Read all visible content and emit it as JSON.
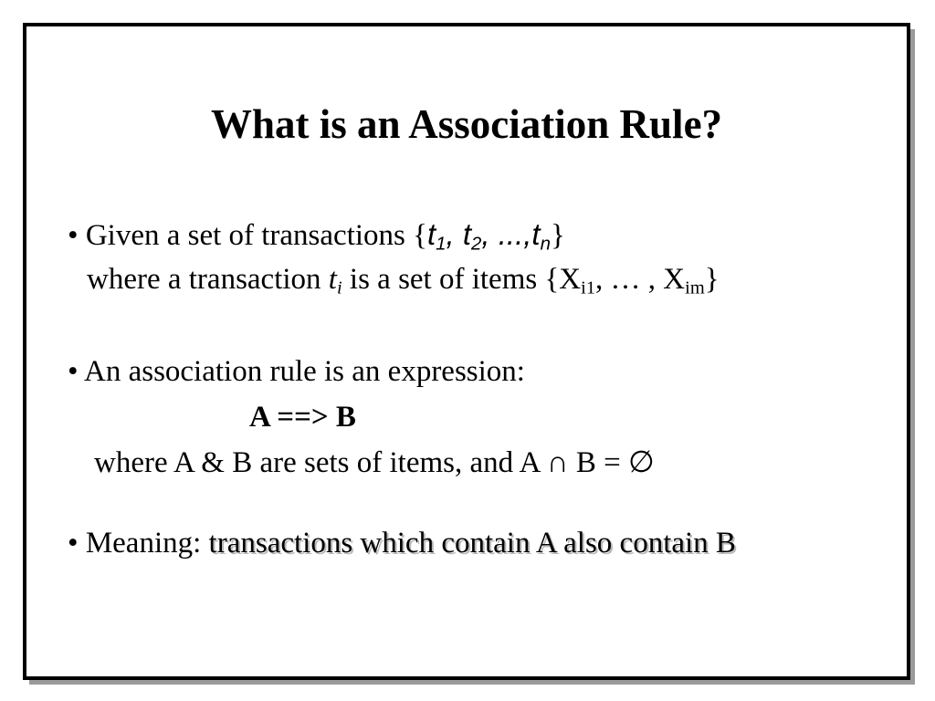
{
  "slide": {
    "title": "What is an Association Rule?",
    "bullet_symbol": "•",
    "line1": {
      "text": "Given a set of transactions {",
      "t": "t",
      "sub1": "1",
      "sep1": ", ",
      "sub2": "2",
      "sep2": ", ...,",
      "subn": "n",
      "close": "}"
    },
    "line2": {
      "text_a": "where a transaction ",
      "t": "t",
      "sub_i": "i",
      "text_b": " is a set of items {X",
      "sub_i1": "i1",
      "text_c": ", … , X",
      "sub_im": "im",
      "close": "}"
    },
    "line3": {
      "text": "An association rule is an expression:"
    },
    "line4": {
      "rule": "A ==> B"
    },
    "line5": {
      "text": "where A & B are sets of items, and  A ∩ B = ∅"
    },
    "line6": {
      "label": "Meaning: ",
      "highlight": "transactions which contain A also contain B"
    }
  }
}
